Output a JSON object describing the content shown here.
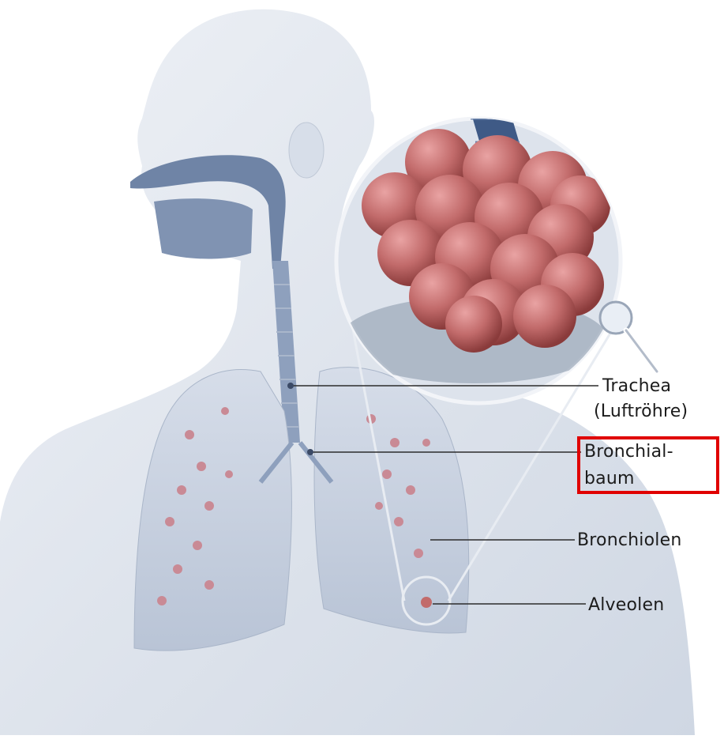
{
  "labels": {
    "trachea_line1": "Trachea",
    "trachea_line2": "(Luftröhre)",
    "bronchial_line1": "Bronchial-",
    "bronchial_line2": "baum",
    "bronchiolen": "Bronchiolen",
    "alveolen": "Alveolen"
  },
  "highlighted_label": "Bronchial- baum",
  "colors": {
    "highlight": "#e00000",
    "skin": "#dfe5ef",
    "airway": "#5e7396",
    "alveoli": "#c26b6b",
    "lung": "#cdd6e4"
  }
}
